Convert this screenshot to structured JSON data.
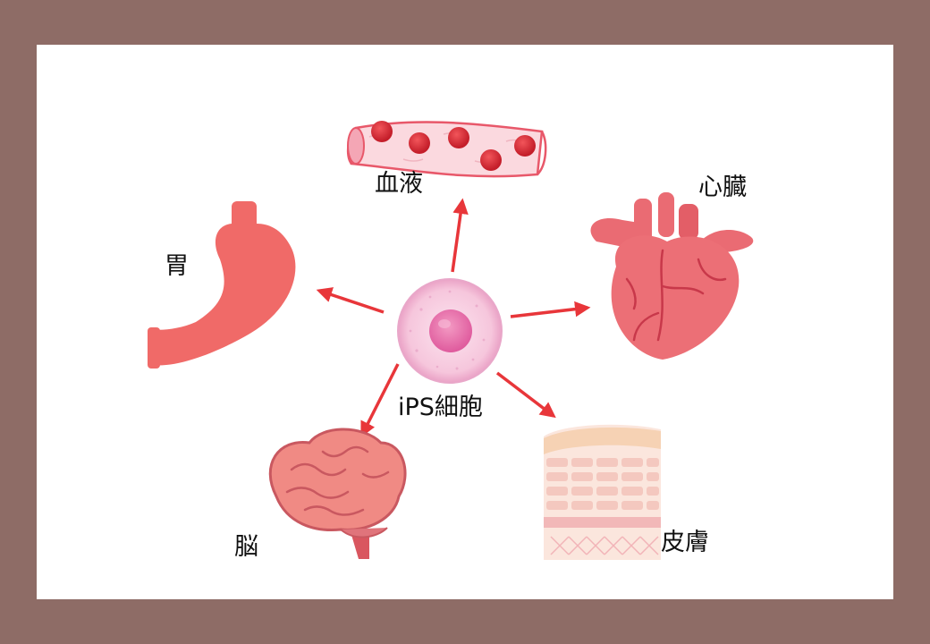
{
  "colors": {
    "background_frame": "#8e6c66",
    "slide": "#ffffff",
    "arrow": "#e8363a",
    "organ_red": "#f0656a",
    "cell_pink": "#e66aa6",
    "text": "#111111"
  },
  "diagram": {
    "center": {
      "label": "iPS細胞",
      "icon": "stem-cell-icon"
    },
    "targets": [
      {
        "id": "blood",
        "label": "血液",
        "icon": "blood-vessel-icon"
      },
      {
        "id": "heart",
        "label": "心臓",
        "icon": "heart-icon"
      },
      {
        "id": "stomach",
        "label": "胃",
        "icon": "stomach-icon"
      },
      {
        "id": "brain",
        "label": "脳",
        "icon": "brain-icon"
      },
      {
        "id": "skin",
        "label": "皮膚",
        "icon": "skin-icon"
      }
    ]
  }
}
